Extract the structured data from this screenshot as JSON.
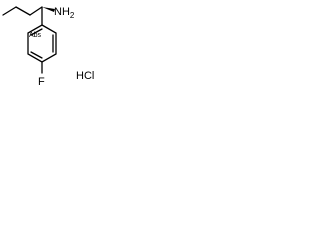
{
  "structure": {
    "amine_label": "NH",
    "amine_subscript": "2",
    "fluoro_label": "F",
    "salt_label": "HCl",
    "stereo_label": "Abs"
  },
  "colors": {
    "ink": "#000000",
    "background": "#ffffff"
  }
}
